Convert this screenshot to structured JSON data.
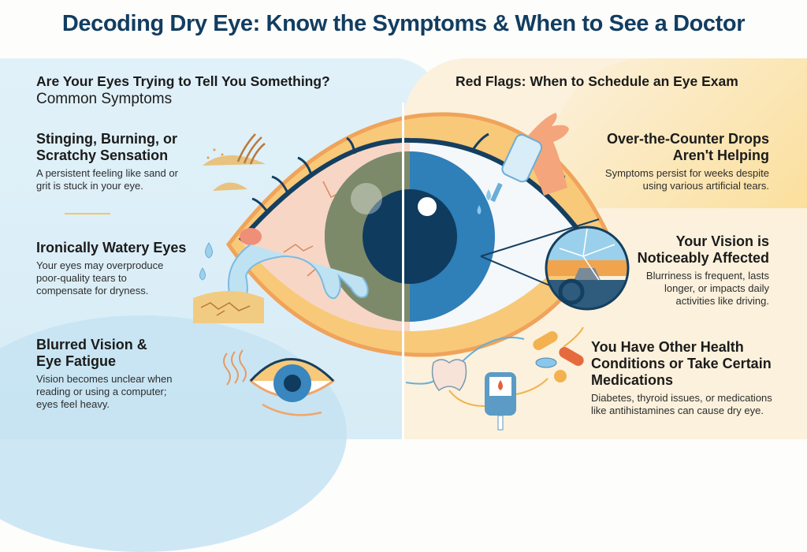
{
  "title": "Decoding Dry Eye: Know the Symptoms & When to See a Doctor",
  "left_panel": {
    "heading": "Are Your Eyes Trying to Tell You Something?",
    "subheading": "Common Symptoms",
    "items": [
      {
        "title_line1": "Stinging, Burning, or",
        "title_line2": "Scratchy Sensation",
        "body_line1": "A persistent feeling like sand or",
        "body_line2": "grit is stuck in your eye.",
        "icon": "sand-grit-icon"
      },
      {
        "title_line1": "Ironically Watery Eyes",
        "body_line1": "Your eyes may overproduce",
        "body_line2": "poor-quality tears to",
        "body_line3": "compensate for dryness.",
        "icon": "tear-drop-icon"
      },
      {
        "title_line1": "Blurred Vision &",
        "title_line2": "Eye Fatigue",
        "body_line1": "Vision becomes unclear when",
        "body_line2": "reading or using a computer;",
        "body_line3": "eyes feel heavy.",
        "icon": "tired-eye-icon"
      }
    ]
  },
  "right_panel": {
    "heading": "Red Flags: When to Schedule an Eye Exam",
    "items": [
      {
        "title_line1": "Over-the-Counter Drops",
        "title_line2": "Aren't Helping",
        "body_line1": "Symptoms persist for weeks despite",
        "body_line2": "using various artificial tears.",
        "icon": "eye-drop-bottle-icon"
      },
      {
        "title_line1": "Your Vision is",
        "title_line2": "Noticeably Affected",
        "body_line1": "Blurriness is frequent, lasts",
        "body_line2": "longer, or impacts daily",
        "body_line3": "activities like driving.",
        "icon": "cracked-windshield-icon"
      },
      {
        "title_line1": "You Have Other Health",
        "title_line2": "Conditions or Take Certain",
        "title_line3": "Medications",
        "body_line1": "Diabetes, thyroid issues, or medications",
        "body_line2": "like antihistamines can cause dry eye.",
        "icon": "pills-glucose-meter-icon"
      }
    ]
  },
  "colors": {
    "title": "#123d61",
    "left_bg": "#dcEff8",
    "right_bg": "#fbf1dc",
    "accent_orange": "#f2a54a",
    "iris_blue": "#2f7fb8",
    "pupil": "#0f3b5e"
  }
}
